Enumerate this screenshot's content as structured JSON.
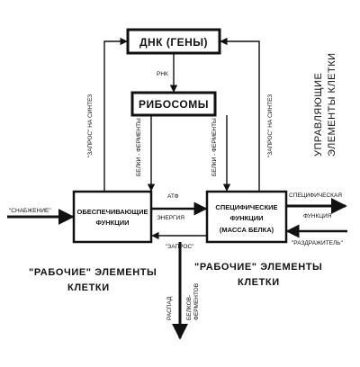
{
  "boxes": {
    "dna": "ДНК (ГЕНЫ)",
    "ribosomes": "РИБОСОМЫ",
    "supply_line1": "ОБЕСПЕЧИВАЮЩИЕ",
    "supply_line2": "ФУНКЦИИ",
    "specific_line1": "СПЕЦИФИЧЕСКИЕ",
    "specific_line2": "ФУНКЦИИ",
    "specific_line3": "(МАССА БЕЛКА)"
  },
  "labels": {
    "rna": "РНК",
    "request_synthesis_left": "\"ЗАПРОС\" НА СИНТЕЗ",
    "request_synthesis_right": "\"ЗАПРОС\" НА СИНТЕЗ",
    "proteins_enzymes_left": "БЕЛКИ - ФЕРМЕНТЫ",
    "proteins_enzymes_right": "БЕЛКИ - ФЕРМЕНТЫ",
    "atp": "АТФ",
    "energy": "ЭНЕРГИЯ",
    "request": "\"ЗАПРОС\"",
    "supply": "\"СНАБЖЕНИЕ\"",
    "specific_line1": "СПЕЦИФИЧЕСКАЯ",
    "specific_line2": "ФУНКЦИЯ",
    "irritant": "\"РАЗДРАЖИТЕЛЬ\"",
    "decay_line1": "РАСПАД",
    "decay_line2": "БЕЛКОВ-",
    "decay_line3": "ФЕРМЕНТОВ"
  },
  "regions": {
    "control_line1": "УПРАВЛЯЮЩИЕ",
    "control_line2": "ЭЛЕМЕНТЫ КЛЕТКИ",
    "working_left_line1": "\"РАБОЧИЕ\"  ЭЛЕМЕНТЫ",
    "working_left_line2": "КЛЕТКИ",
    "working_right_line1": "\"РАБОЧИЕ\"  ЭЛЕМЕНТЫ",
    "working_right_line2": "КЛЕТКИ"
  }
}
